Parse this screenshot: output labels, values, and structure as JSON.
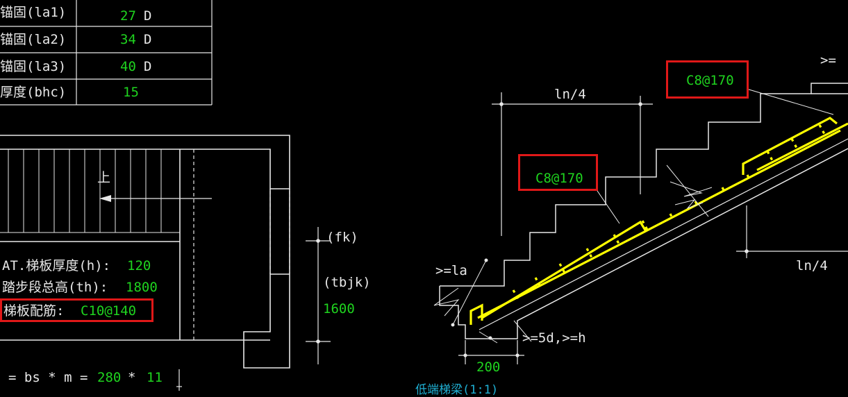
{
  "table": {
    "rows": [
      {
        "label": "锚固(la1)",
        "value": "27",
        "unit": "D"
      },
      {
        "label": "锚固(la2)",
        "value": "34",
        "unit": "D"
      },
      {
        "label": "锚固(la3)",
        "value": "40",
        "unit": "D"
      },
      {
        "label": "厚度(bhc)",
        "value": "15",
        "unit": ""
      }
    ]
  },
  "plan": {
    "up_label": "上",
    "info": {
      "thickness_label": "AT.梯板厚度(h):",
      "thickness_value": "120",
      "height_label": "踏步段总高(th):",
      "height_value": "1800",
      "rebar_label": "梯板配筋:",
      "rebar_value": "C10@140"
    },
    "step_formula": {
      "label": "= bs * m = ",
      "bs": "280",
      "sep": "*",
      "m": "11"
    }
  },
  "dims": {
    "fk": "(fk)",
    "tbjk": "(tbjk)",
    "tbjk_value": "1600"
  },
  "section": {
    "top_rebar_1": "C8@170",
    "top_rebar_2": "C8@170",
    "ln4_top": "ln/4",
    "ln4_right": "ln/4",
    "anchor_la": ">=la",
    "anchor_5d": ">=5d,>=h",
    "width_200": "200",
    "partial_top_right": ">=",
    "bottom_caption": "低端梯梁(1:1)"
  },
  "colors": {
    "background": "#000000",
    "line": "#e8e8e8",
    "value_text": "#1fd41f",
    "rebar": "#ffff00",
    "highlight": "#e01818"
  }
}
